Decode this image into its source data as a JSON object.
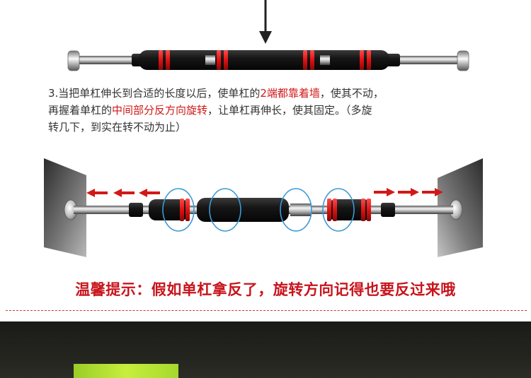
{
  "step": {
    "line1_pre": "3.当把单杠伸长到合适的长度以后，使单杠的",
    "line1_red": "2端都靠着墙",
    "line1_post": "，使其不动，",
    "line2_pre": "再握着单杠的",
    "line2_red": "中间部分反方向旋转",
    "line2_post": "，让单杠再伸长，使其固定。（多旋",
    "line3": "转几下，到实在转不动为止）"
  },
  "tip": "温馨提示：假如单杠拿反了，旋转方向记得也要反过来哦",
  "colors": {
    "accent_red": "#d01818",
    "tip_red": "#c8141c",
    "bar_red": "#e01212",
    "foam_black": "#161616",
    "rotation_blue": "#3a9ad6",
    "green_block": "#b8e234"
  },
  "icons": {
    "down_arrow": "arrow-down-icon",
    "left_arrows": "arrow-left-icon",
    "right_arrows": "arrow-right-icon",
    "rotation": "rotation-icon"
  }
}
